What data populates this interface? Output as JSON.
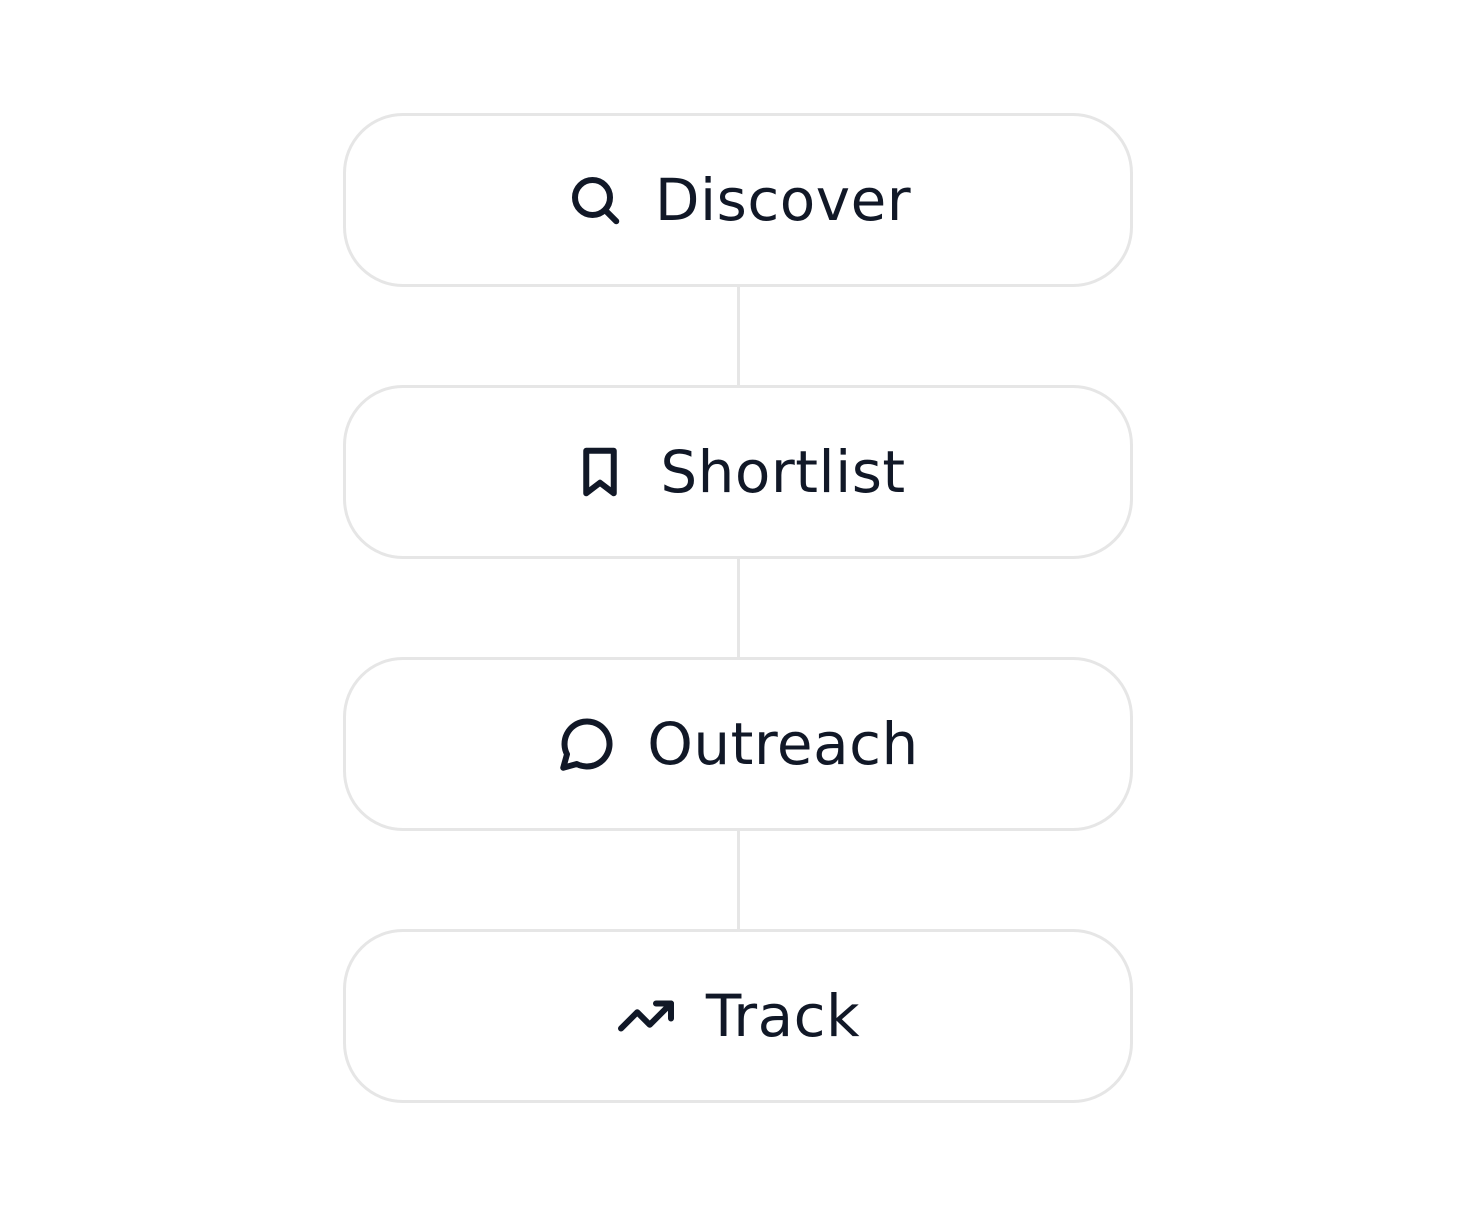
{
  "flow": {
    "steps": [
      {
        "label": "Discover",
        "icon": "search-icon"
      },
      {
        "label": "Shortlist",
        "icon": "bookmark-icon"
      },
      {
        "label": "Outreach",
        "icon": "chat-bubble-icon"
      },
      {
        "label": "Track",
        "icon": "trending-up-icon"
      }
    ],
    "colors": {
      "border": "#e6e6e6",
      "text": "#111827",
      "background": "#ffffff"
    }
  }
}
